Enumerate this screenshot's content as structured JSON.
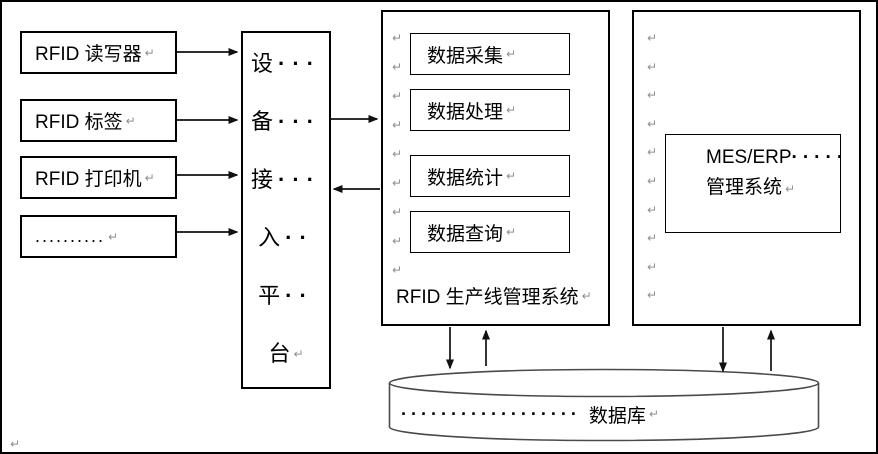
{
  "devices": [
    {
      "label": "RFID 读写器"
    },
    {
      "label": "RFID 标签"
    },
    {
      "label": "RFID 打印机"
    },
    {
      "label": ".........."
    }
  ],
  "platform": {
    "rows": [
      {
        "ch": "设",
        "dots": "···"
      },
      {
        "ch": "备",
        "dots": "···"
      },
      {
        "ch": "接",
        "dots": "···"
      },
      {
        "ch": "入",
        "dots": "··"
      },
      {
        "ch": "平",
        "dots": "··"
      },
      {
        "ch": "台",
        "dots": ""
      }
    ]
  },
  "rfid_system": {
    "modules": [
      {
        "label": "数据采集"
      },
      {
        "label": "数据处理"
      },
      {
        "label": "数据统计"
      },
      {
        "label": "数据查询"
      }
    ],
    "label": "RFID 生产线管理系统"
  },
  "mes_system": {
    "name": "MES/ERP",
    "dots": "·····",
    "line2": "管理系统"
  },
  "database": {
    "dots": "··················",
    "label": "数据库"
  },
  "marks": {
    "pilcrow": "↵"
  },
  "colors": {
    "line": "#000000",
    "mark": "#8f8f8f",
    "background": "#ffffff"
  }
}
